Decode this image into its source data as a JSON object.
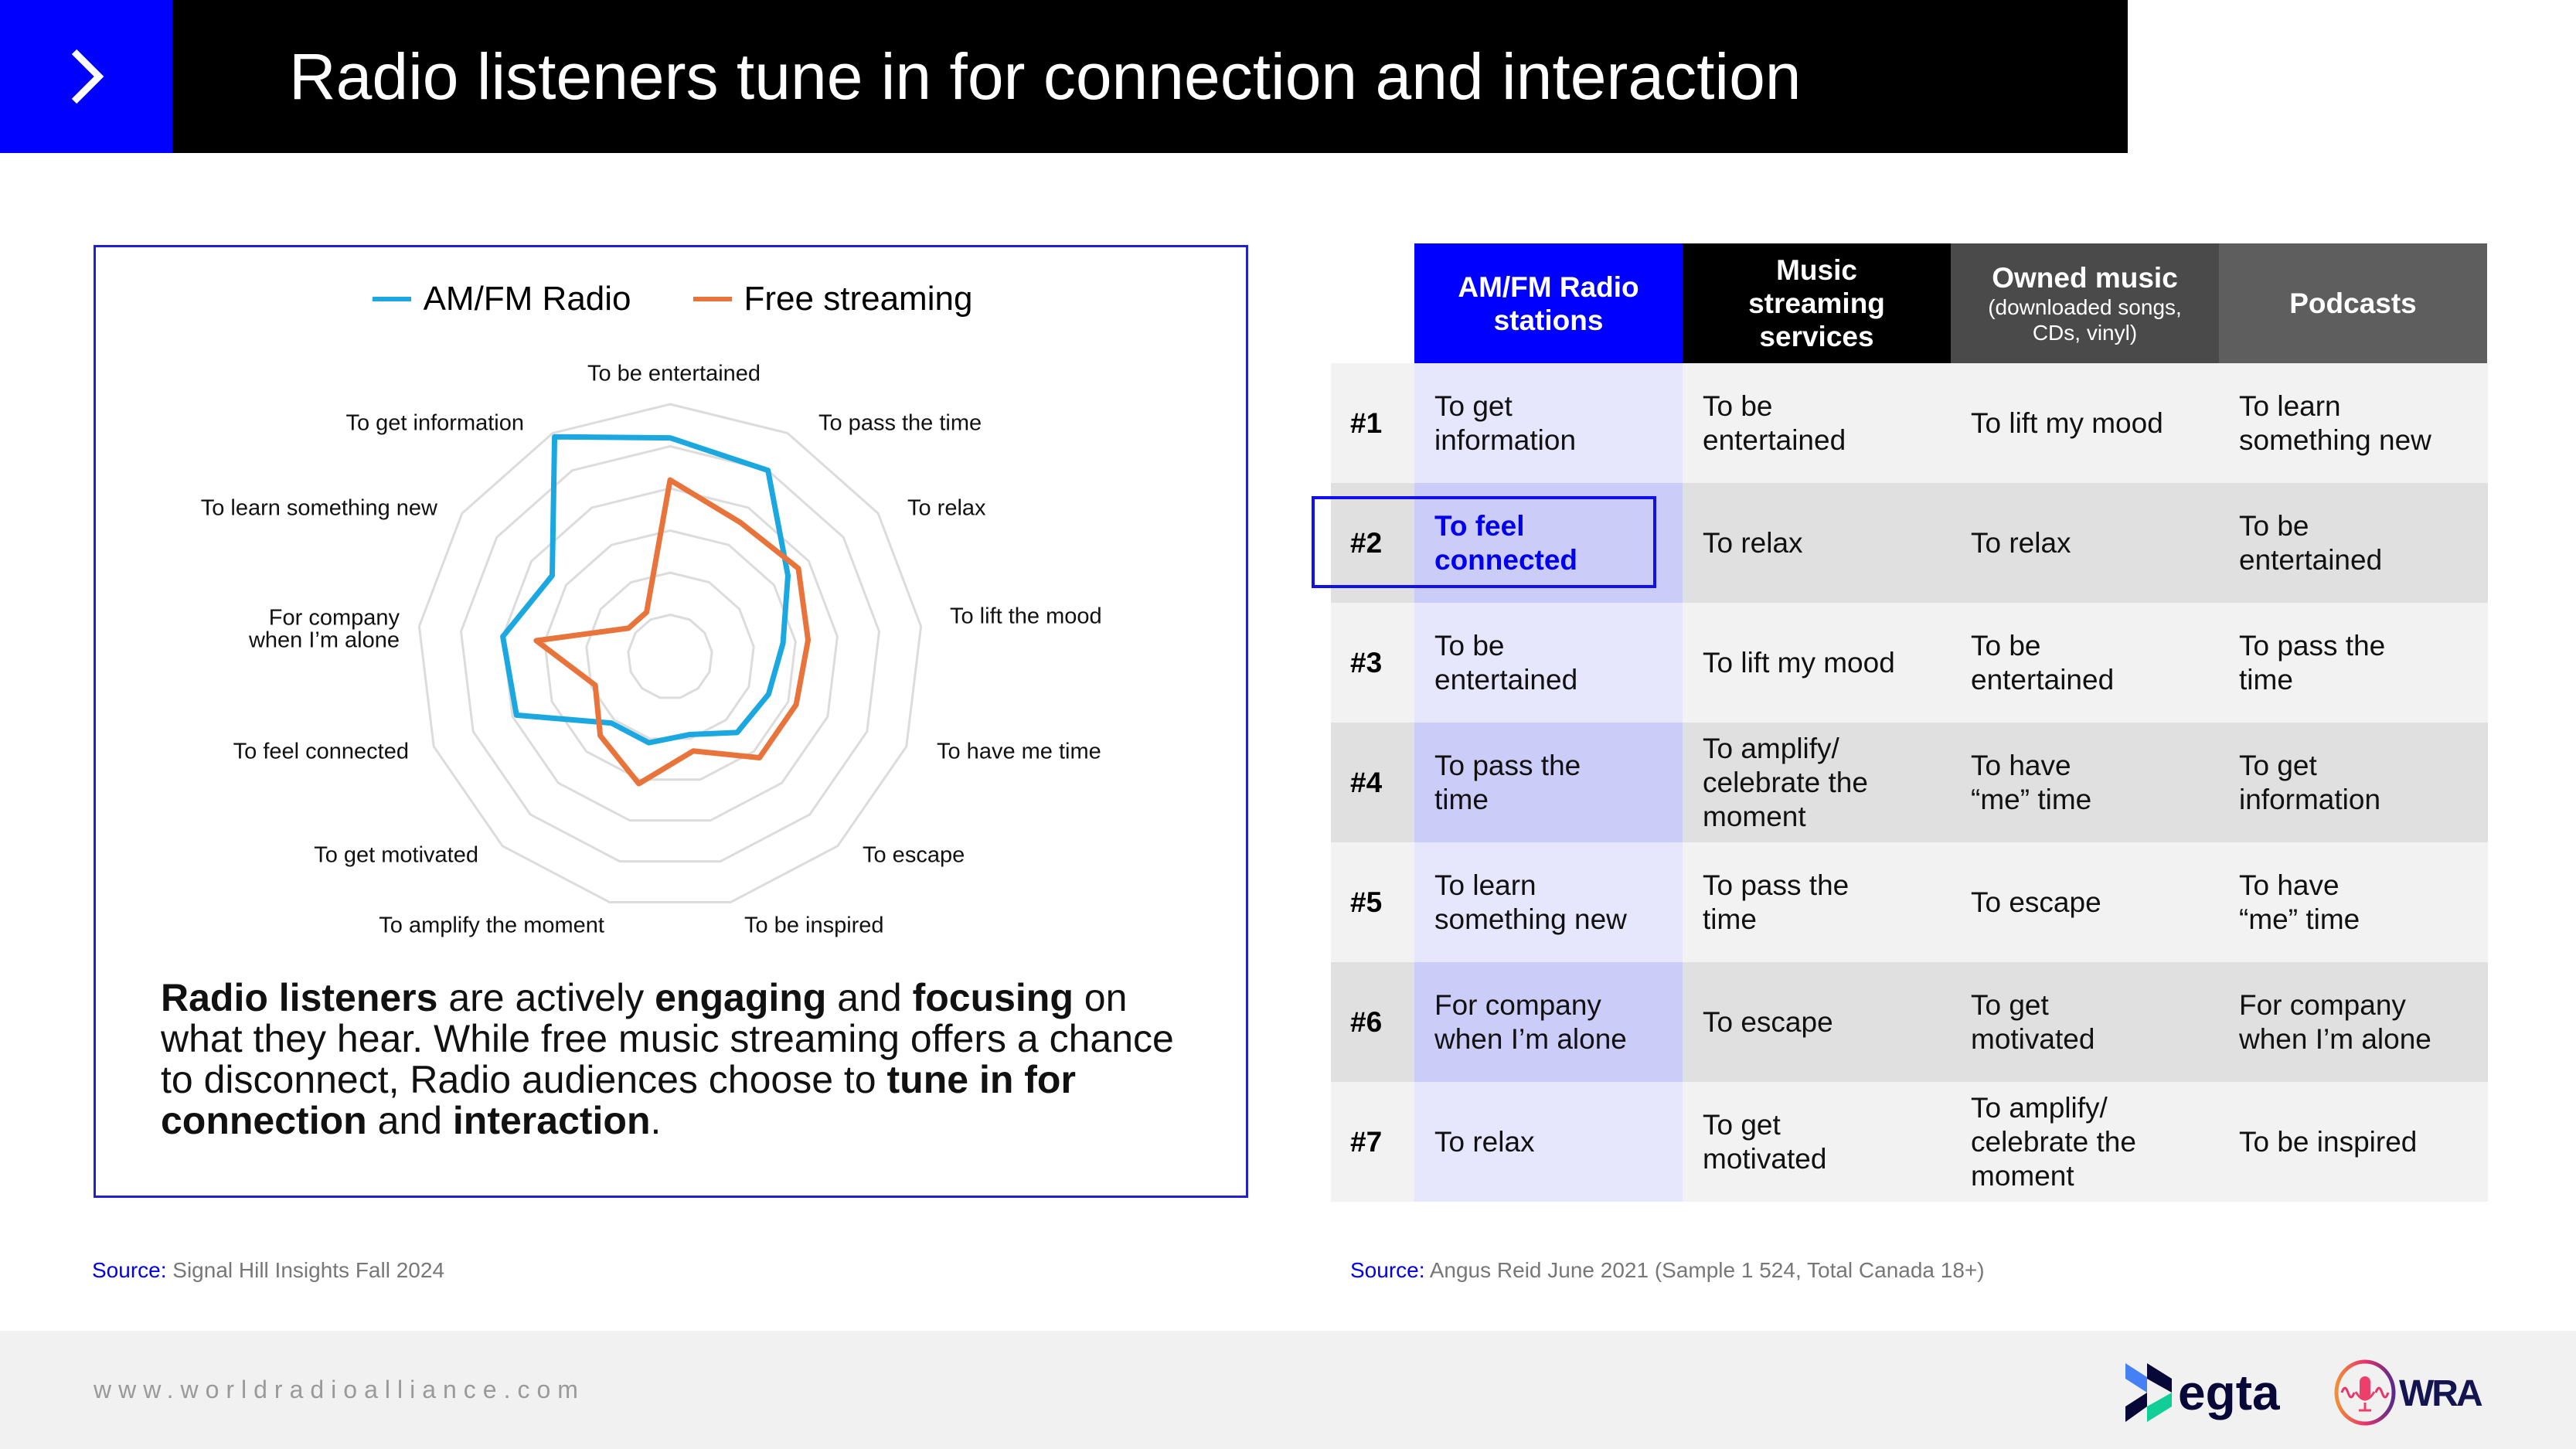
{
  "header": {
    "title": "Radio listeners tune in for connection and interaction",
    "icon": "chevron-right-icon"
  },
  "chart_data": {
    "type": "radar",
    "title": "",
    "categories": [
      "To be entertained",
      "To pass the time",
      "To relax",
      "To lift the mood",
      "To have me time",
      "To escape",
      "To be inspired",
      "To amplify the moment",
      "To get motivated",
      "To feel connected",
      "For company\nwhen I’m alone",
      "To learn something new",
      "To get information"
    ],
    "label_lines": [
      [
        "To be entertained"
      ],
      [
        "To pass the time"
      ],
      [
        "To relax"
      ],
      [
        "To lift the mood"
      ],
      [
        "To have me time"
      ],
      [
        "To escape"
      ],
      [
        "To be inspired"
      ],
      [
        "To amplify the moment"
      ],
      [
        "To get motivated"
      ],
      [
        "To feel connected"
      ],
      [
        "For company",
        "when I’m alone"
      ],
      [
        "To learn something new"
      ],
      [
        "To get information"
      ]
    ],
    "series": [
      {
        "name": "AM/FM Radio",
        "color": "#1ba8e0",
        "values": [
          52,
          50,
          34,
          27,
          25,
          24,
          19,
          21,
          21,
          39,
          40,
          34,
          59
        ]
      },
      {
        "name": "Free streaming",
        "color": "#e8743b",
        "values": [
          42,
          36,
          37,
          33,
          32,
          32,
          23,
          31,
          25,
          19,
          32,
          12,
          12
        ]
      }
    ],
    "range": [
      0,
      60
    ],
    "rings": 6,
    "legend": "top-center",
    "grid": true
  },
  "summary": [
    {
      "text": "Radio listeners",
      "bold": true
    },
    {
      "text": " are actively ",
      "bold": false
    },
    {
      "text": "engaging",
      "bold": true
    },
    {
      "text": " and ",
      "bold": false
    },
    {
      "text": "focusing",
      "bold": true
    },
    {
      "text": " on what they hear. While free music streaming offers a chance to disconnect, Radio audiences choose to ",
      "bold": false
    },
    {
      "text": "tune in for connection",
      "bold": true
    },
    {
      "text": " and ",
      "bold": false
    },
    {
      "text": "interaction",
      "bold": true
    },
    {
      "text": ".",
      "bold": false
    }
  ],
  "table": {
    "columns": [
      {
        "title": "AM/FM Radio\nstations",
        "sub": "",
        "bg": "#0000ff"
      },
      {
        "title": "Music\nstreaming\nservices",
        "sub": "",
        "bg": "#000000"
      },
      {
        "title": "Owned music",
        "sub": "(downloaded songs,\nCDs, vinyl)",
        "bg": "#4a4a4a"
      },
      {
        "title": "Podcasts",
        "sub": "",
        "bg": "#5e5e5e"
      }
    ],
    "rows": [
      {
        "rank": "#1",
        "cells": [
          "To get\ninformation",
          "To be\nentertained",
          "To lift my mood",
          "To learn\nsomething new"
        ]
      },
      {
        "rank": "#2",
        "cells": [
          "To feel\nconnected",
          "To relax",
          "To relax",
          "To be\nentertained"
        ]
      },
      {
        "rank": "#3",
        "cells": [
          "To be\nentertained",
          "To lift my mood",
          "To be\nentertained",
          "To pass the\ntime"
        ]
      },
      {
        "rank": "#4",
        "cells": [
          "To pass the\ntime",
          "To amplify/\ncelebrate the\nmoment",
          "To have\n“me” time",
          "To get\ninformation"
        ]
      },
      {
        "rank": "#5",
        "cells": [
          "To learn\nsomething new",
          "To pass the\ntime",
          "To escape",
          "To have\n“me” time"
        ]
      },
      {
        "rank": "#6",
        "cells": [
          "For company\nwhen I’m alone",
          "To escape",
          "To get\nmotivated",
          "For company\nwhen I’m alone"
        ]
      },
      {
        "rank": "#7",
        "cells": [
          "To relax",
          "To get\nmotivated",
          "To amplify/\ncelebrate the\nmoment",
          "To be inspired"
        ]
      }
    ],
    "highlight": {
      "row": 1,
      "col": 0
    }
  },
  "sources": {
    "left": {
      "label": "Source:",
      "text": " Signal Hill Insights Fall 2024"
    },
    "right": {
      "label": "Source:",
      "text": " Angus Reid June 2021 (Sample 1 524, Total Canada 18+)"
    }
  },
  "footer": {
    "url": "www.worldradioalliance.com",
    "logos": [
      "egta",
      "WRA"
    ]
  }
}
